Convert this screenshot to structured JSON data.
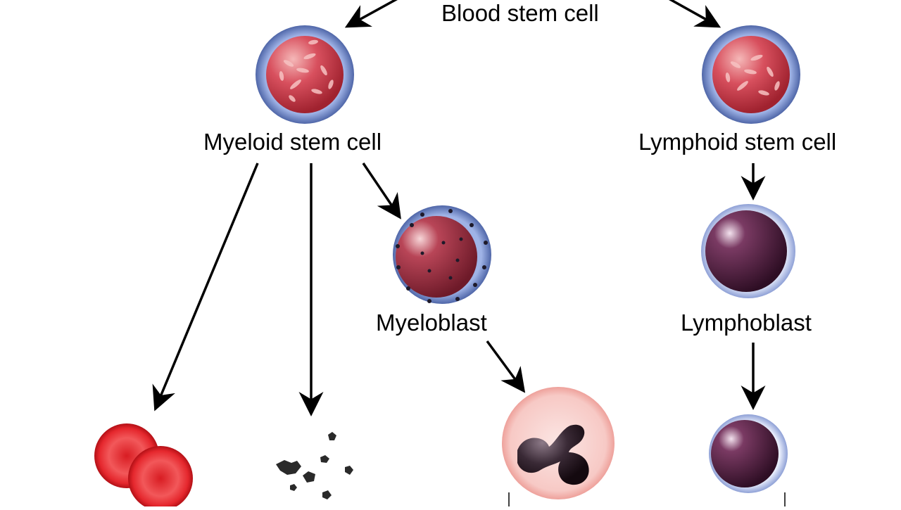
{
  "labels": {
    "blood_stem_cell": "Blood stem cell",
    "myeloid_stem_cell": "Myeloid stem cell",
    "lymphoid_stem_cell": "Lymphoid stem cell",
    "myeloblast": "Myeloblast",
    "lymphoblast": "Lymphoblast"
  },
  "colors": {
    "arrow": "#000000",
    "stem_cell_membrane": "#6f86c4",
    "stem_cell_nucleus": "#c83a4c",
    "red_blood_cell": "#e0282c",
    "myeloblast_nucleus": "#8e2a3a",
    "lymph_nucleus": "#4a1838",
    "platelet": "#2a2a2a",
    "granulocyte_cytoplasm": "#f6c8c4",
    "granulocyte_nucleus": "#2e1f2a"
  }
}
